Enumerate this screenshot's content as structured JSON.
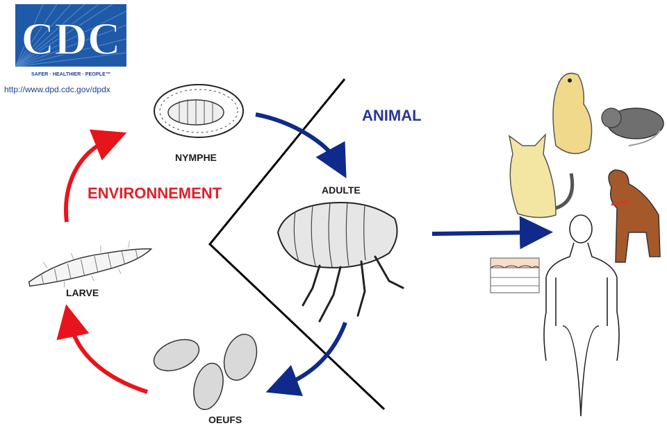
{
  "logo": {
    "wordmark": "CDC",
    "tagline": "SAFER · HEALTHIER · PEOPLE™",
    "url": "http://www.dpd.cdc.gov/dpdx"
  },
  "labels": {
    "environment": "ENVIRONNEMENT",
    "animal": "ANIMAL"
  },
  "stages": {
    "nymph": "NYMPHE",
    "adult": "ADULTE",
    "eggs": "OEUFS",
    "larva": "LARVE"
  },
  "colors": {
    "environment": "#e0202a",
    "animal": "#2b3595",
    "blue_arrow": "#0f2a8a",
    "red_arrow": "#e8141c",
    "logo_bg": "#1f5aa8"
  },
  "icons": {
    "hosts": [
      "prairie-dog",
      "rat",
      "cat",
      "dog",
      "human",
      "skin"
    ]
  }
}
